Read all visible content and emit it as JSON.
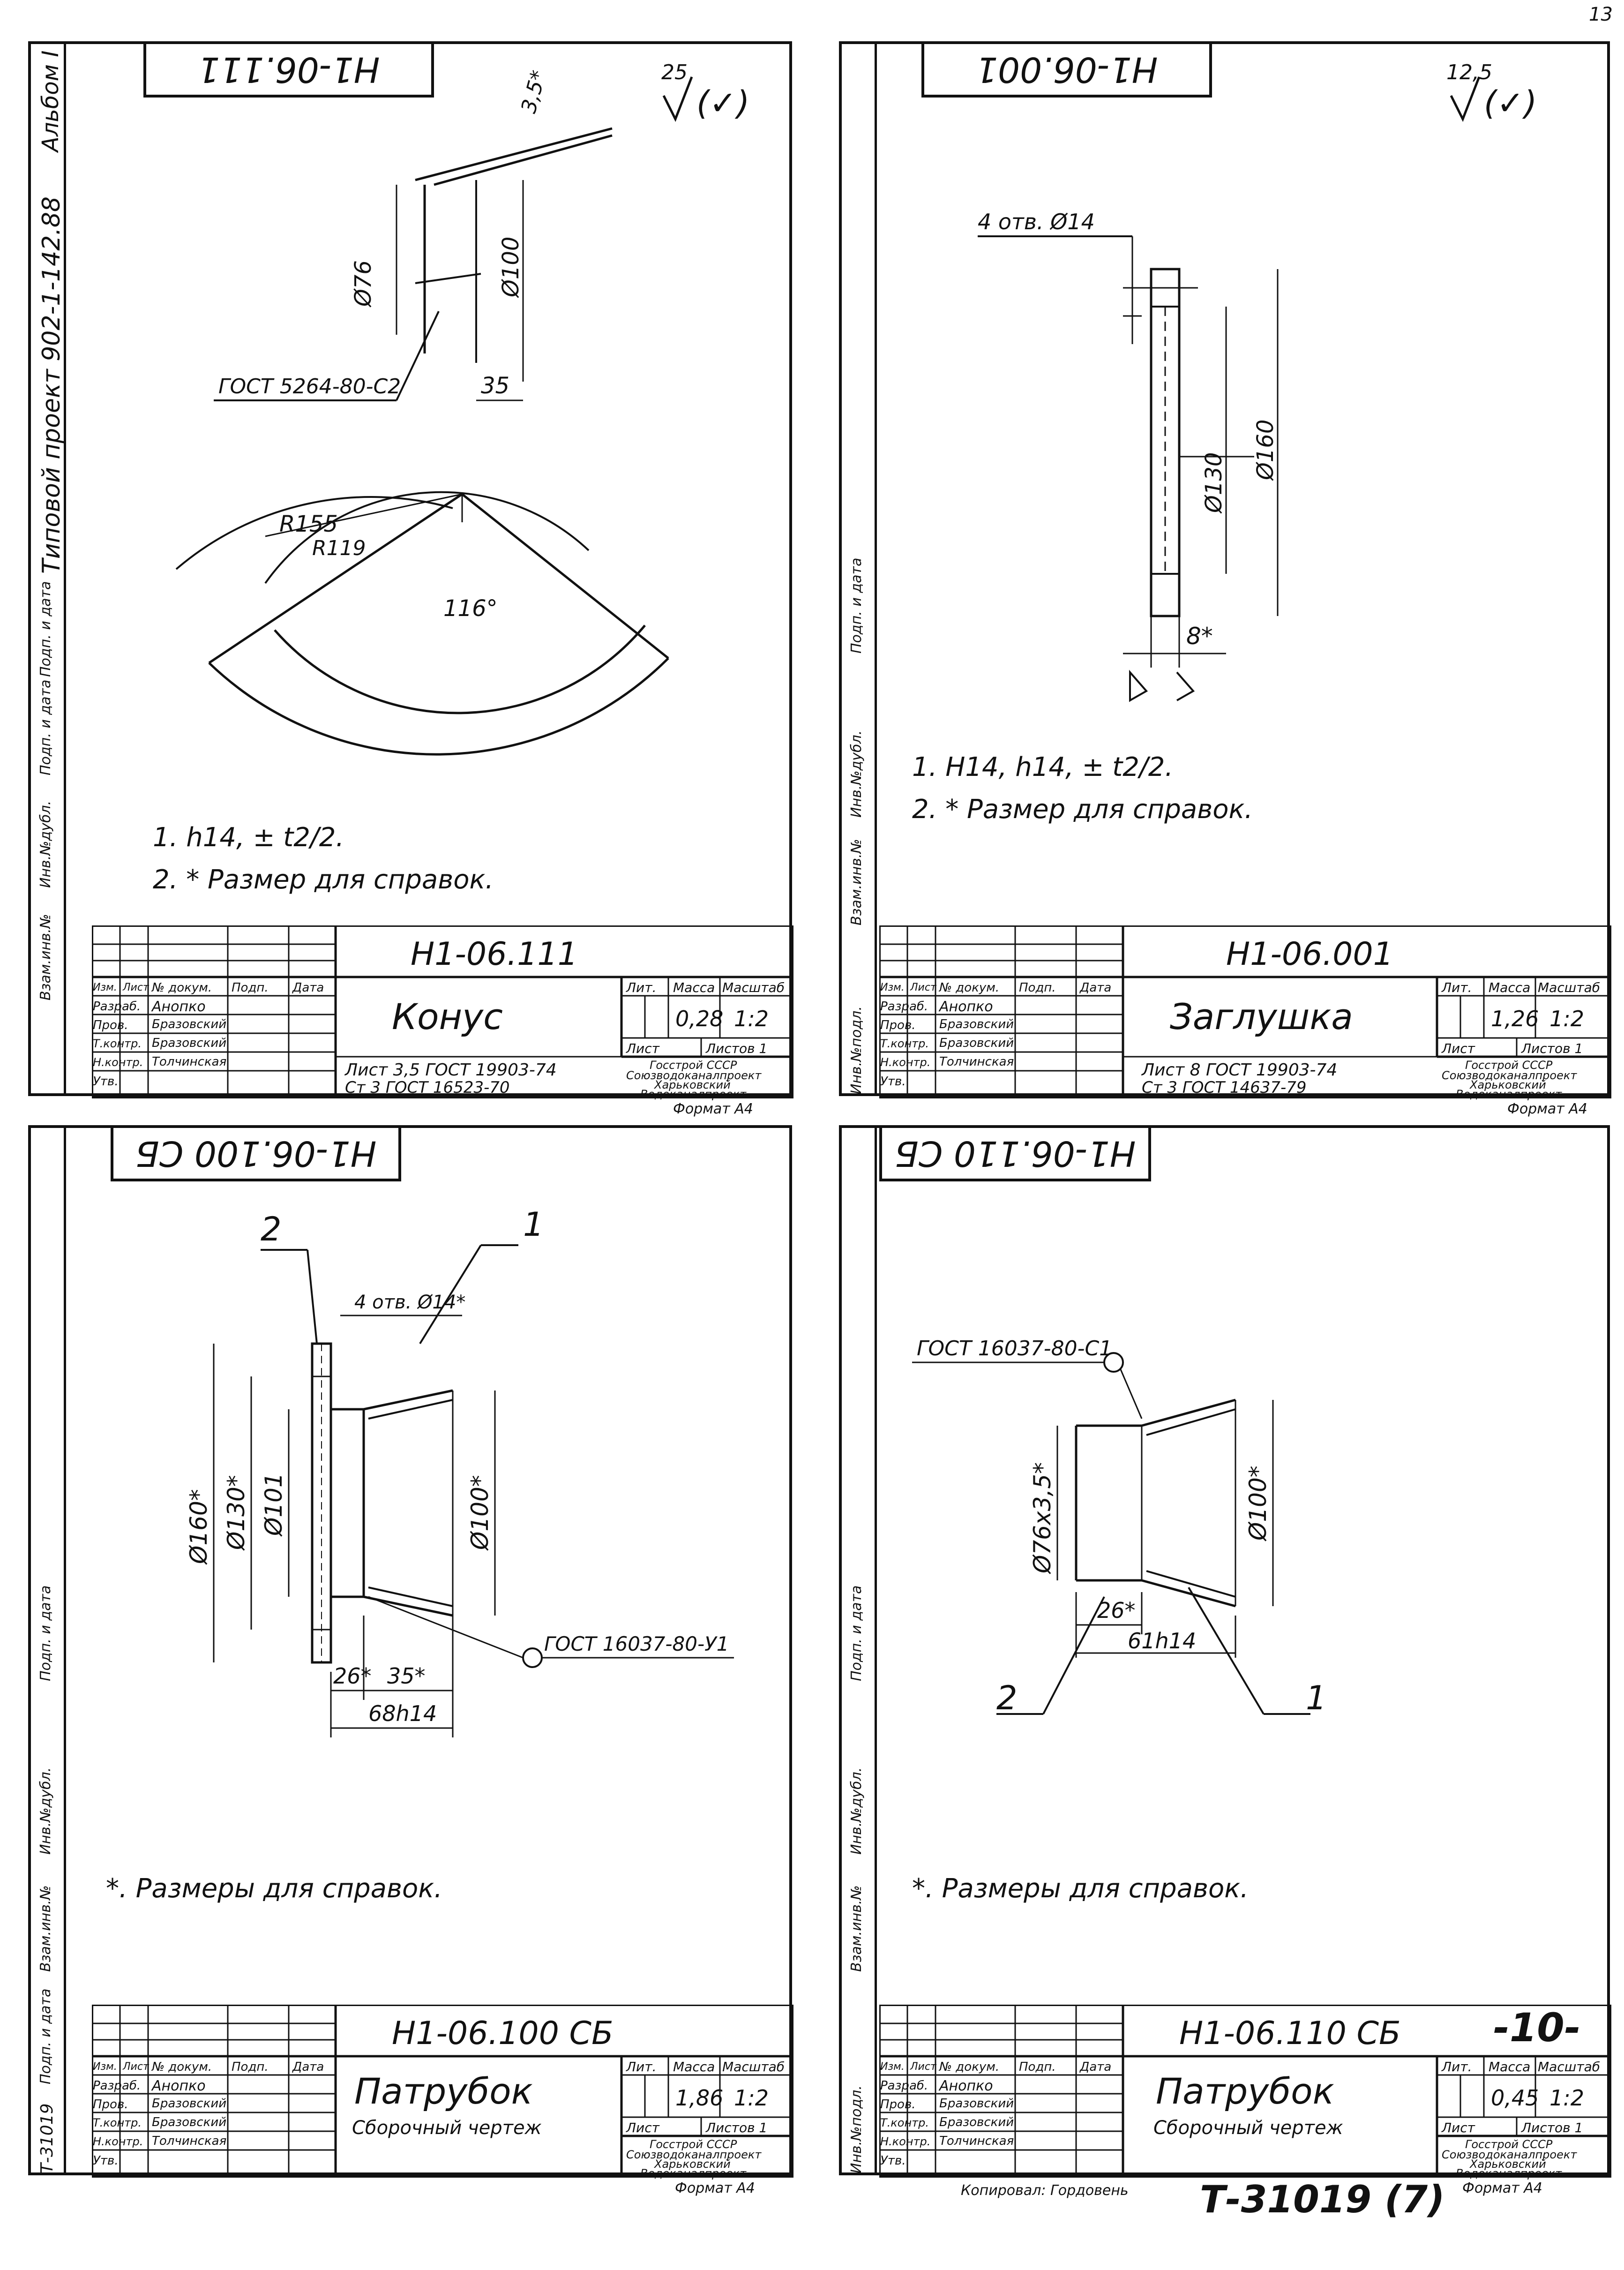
{
  "page_corner": "13",
  "album_label": "Альбом I",
  "project_label": "Типовой проект 902-1-142.88",
  "side_labels": [
    "Инв.№подл.",
    "Подп. и дата",
    "Взам.инв.№",
    "Инв.№дубл.",
    "Подп. и дата"
  ],
  "copied_by": "Копировал: Гордовень",
  "inventory_stamp": "Т-31019",
  "bottom_stamp": "Т-31019 (7)",
  "page_number": "-10-",
  "titleblock_headers": {
    "izm": "Изм.",
    "list": "Лист",
    "doc": "№ докум.",
    "sign": "Подп.",
    "date": "Дата",
    "lit": "Лит.",
    "mass": "Масса",
    "scale": "Масштаб",
    "sheet": "Лист",
    "sheets": "Листов 1"
  },
  "people": [
    {
      "role": "Разраб.",
      "name": "Анопко"
    },
    {
      "role": "Пров.",
      "name": "Бразовский"
    },
    {
      "role": "Т.контр.",
      "name": "Бразовский"
    },
    {
      "role": "Н.контр.",
      "name": "Толчинская"
    },
    {
      "role": "Утв.",
      "name": ""
    }
  ],
  "org": [
    "Госстрой СССР",
    "Союзводоканалпроект",
    "Харьковский",
    "Водоканалпроект"
  ],
  "format": "Формат А4",
  "sheets": [
    {
      "code": "Н1-06.111",
      "title": "Конус",
      "subtitle": "",
      "mass": "0,28",
      "scale": "1:2",
      "material": [
        "Лист 3,5 ГОСТ 19903-74",
        "Ст 3 ГОСТ 16523-70"
      ],
      "roughness": "25",
      "notes": [
        "1. h14, ± t2/2.",
        "2. * Размер для справок."
      ],
      "dims": {
        "d1": "Ø76",
        "d2": "Ø100",
        "len": "35",
        "thk": "3,5*",
        "weld": "ГОСТ 5264-80-С2",
        "r1": "R155",
        "r2": "R119",
        "ang": "116°"
      }
    },
    {
      "code": "Н1-06.001",
      "title": "Заглушка",
      "subtitle": "",
      "mass": "1,26",
      "scale": "1:2",
      "material": [
        "Лист 8 ГОСТ 19903-74",
        "Ст 3 ГОСТ 14637-79"
      ],
      "roughness": "12,5",
      "notes": [
        "1. Н14, h14, ± t2/2.",
        "2. * Размер для справок."
      ],
      "dims": {
        "holes": "4 отв. Ø14",
        "d1": "Ø130",
        "d2": "Ø160",
        "thk": "8*"
      }
    },
    {
      "code": "Н1-06.100 СБ",
      "title": "Патрубок",
      "subtitle": "Сборочный чертеж",
      "mass": "1,86",
      "scale": "1:2",
      "material": [],
      "notes": [
        "*. Размеры для справок."
      ],
      "dims": {
        "holes": "4 отв. Ø14*",
        "d1": "Ø160*",
        "d2": "Ø130*",
        "d3": "Ø101",
        "d4": "Ø100*",
        "l1": "26*",
        "l2": "35*",
        "l3": "68h14",
        "weld": "ГОСТ 16037-80-У1",
        "p1": "1",
        "p2": "2"
      }
    },
    {
      "code": "Н1-06.110 СБ",
      "title": "Патрубок",
      "subtitle": "Сборочный чертеж",
      "mass": "0,45",
      "scale": "1:2",
      "material": [],
      "notes": [
        "*. Размеры для справок."
      ],
      "dims": {
        "d1": "Ø76х3,5*",
        "d2": "Ø100*",
        "l1": "26*",
        "l2": "61h14",
        "weld": "ГОСТ 16037-80-С1",
        "p1": "1",
        "p2": "2"
      }
    }
  ]
}
